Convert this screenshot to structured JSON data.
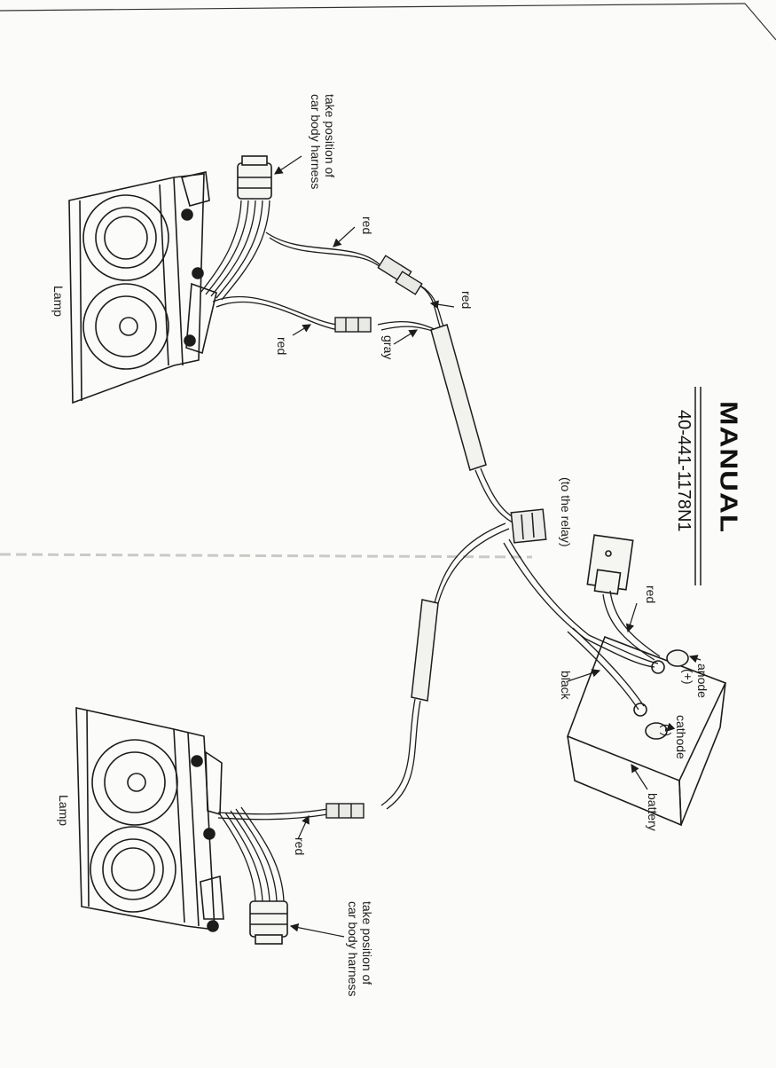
{
  "header": {
    "title": "MANUAL",
    "model_code": "40-441-1178N1"
  },
  "labels": {
    "lamp_top": "Lamp",
    "lamp_bottom": "Lamp",
    "harness_top_line1": "take position of",
    "harness_top_line2": "car body harness",
    "harness_bottom_line1": "take position of",
    "harness_bottom_line2": "car body harness",
    "red_top_upper": "red",
    "red_top_right": "red",
    "red_top_left": "red",
    "gray_top": "gray",
    "to_relay": "(to the relay)",
    "red_relay": "red",
    "black_battery": "black",
    "anode_line1": "anode",
    "anode_line2": "(+)",
    "cathode_line1": "cathode",
    "cathode_line2": "(-)",
    "battery": "battery",
    "red_bottom": "red"
  },
  "colors": {
    "ink": "#1c1c1c",
    "paper": "#fbfbf9"
  }
}
